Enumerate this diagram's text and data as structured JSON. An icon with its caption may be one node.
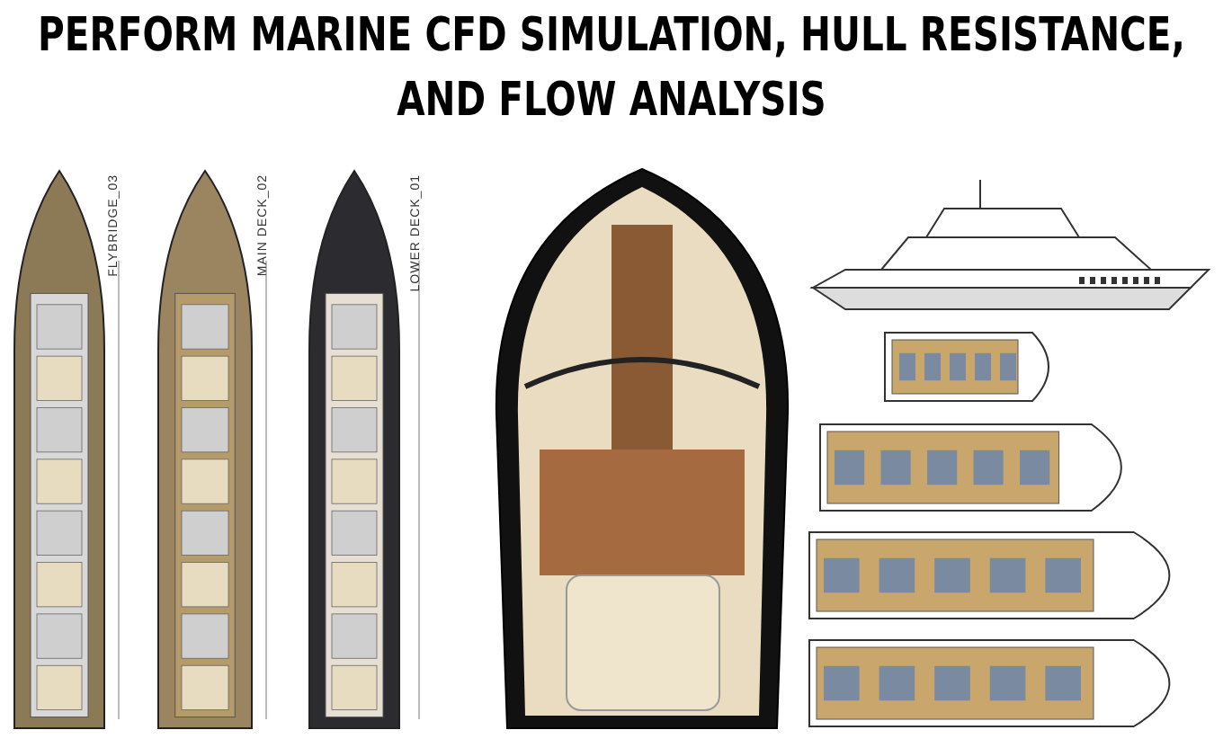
{
  "diagram": {
    "title": "PERFORM MARINE CFD SIMULATION, HULL RESISTANCE, AND FLOW ANALYSIS",
    "labels": [
      "FLYBRIDGE_03",
      "MAIN DECK_02",
      "LOWER DECK_01"
    ]
  }
}
